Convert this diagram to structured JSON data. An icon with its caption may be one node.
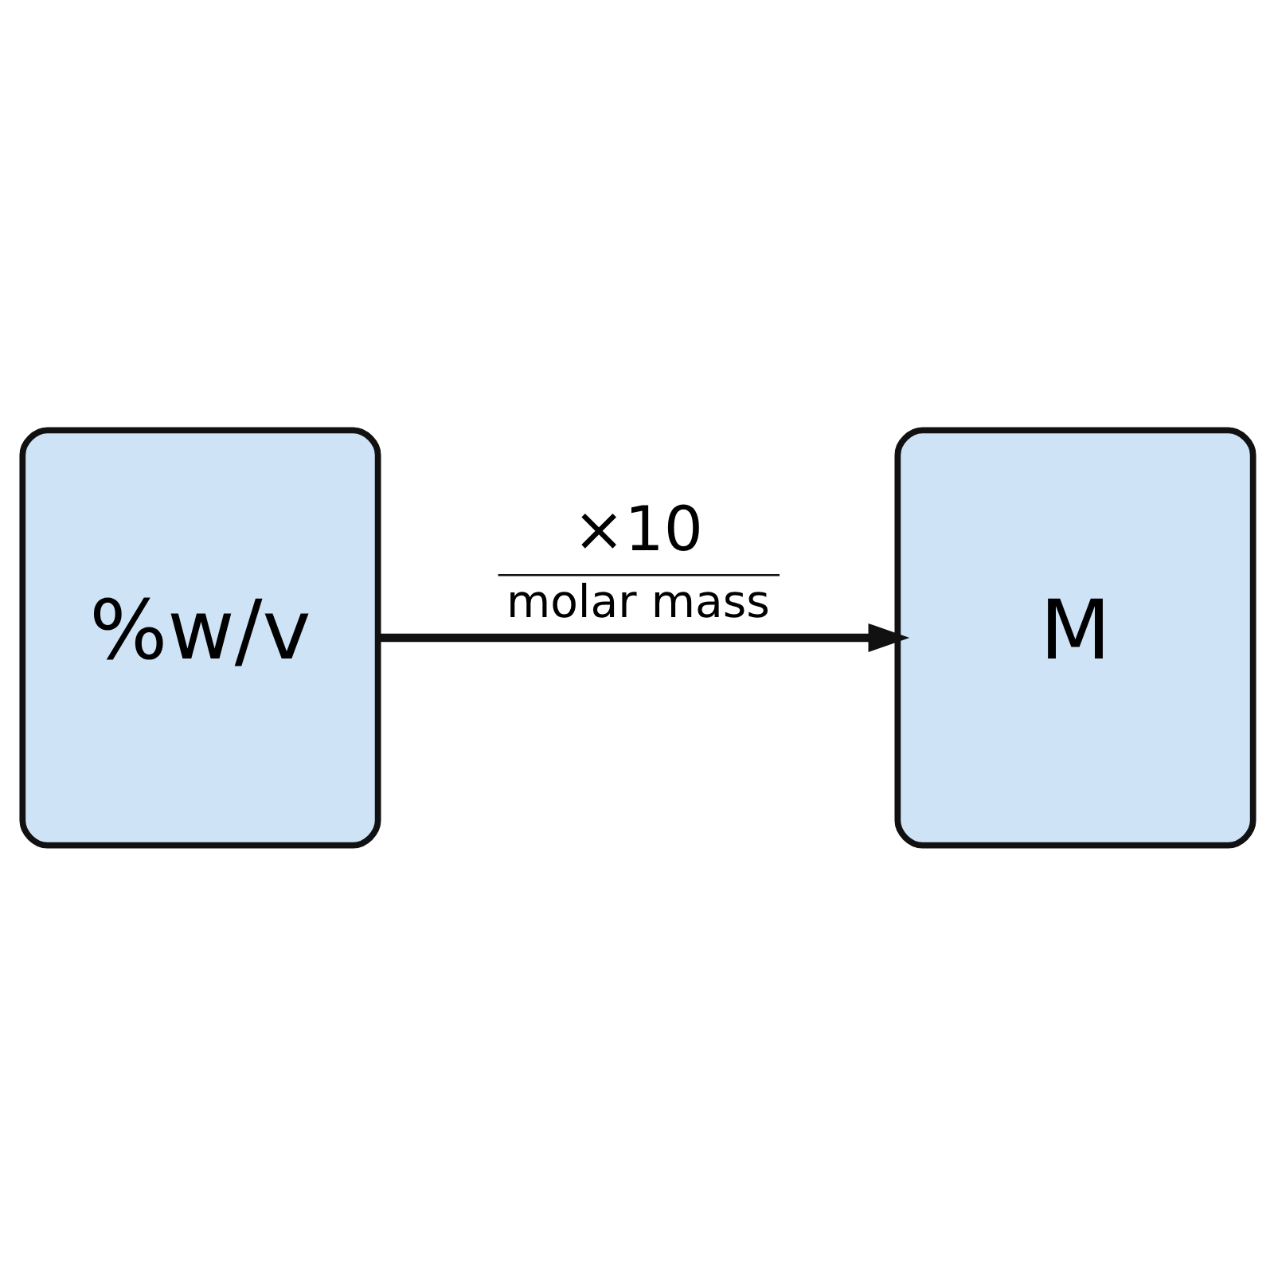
{
  "diagram": {
    "nodes": [
      {
        "text": [
          "%w/v"
        ]
      },
      {
        "text": [
          "M"
        ]
      }
    ],
    "edges": [
      {
        "from": 0,
        "to": 1,
        "arrow": "to",
        "label": "×10 molar mass"
      }
    ]
  }
}
